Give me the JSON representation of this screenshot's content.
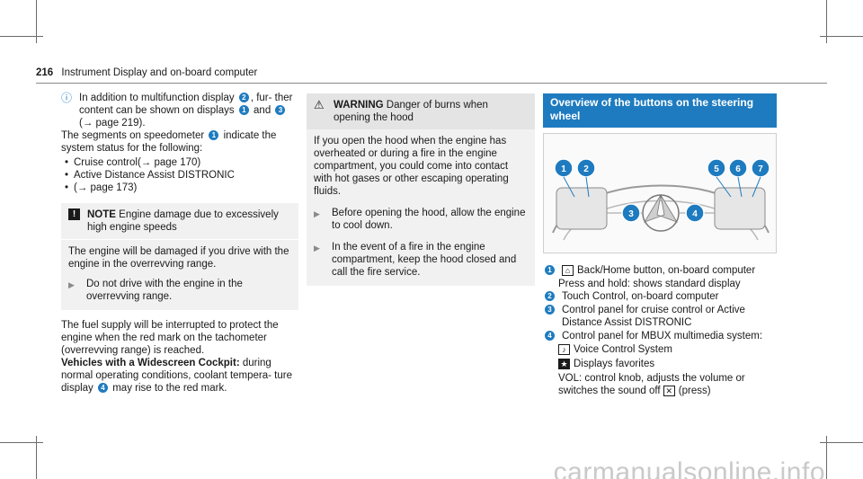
{
  "header": {
    "page_number": "216",
    "title": "Instrument Display and on-board computer"
  },
  "col1": {
    "intro": "In addition to multifunction display 2, further content can be shown on displays 1 and 3 (→ page 219).",
    "intro_a": "In addition to multifunction display",
    "intro_b": ", fur-",
    "intro_c": "ther content can be shown on displays",
    "intro_d": "and",
    "intro_e": "(→ page 219).",
    "seg_a": "The segments on speedometer",
    "seg_b": "indicate the",
    "seg_c": "system status for the following:",
    "bullets": [
      "Cruise control(→ page 170)",
      "Active Distance Assist DISTRONIC",
      "(→ page 173)"
    ],
    "note_label": "NOTE",
    "note_title": "Engine damage due to excessively high engine speeds",
    "note_body": "The engine will be damaged if you drive with the engine in the overrevving range.",
    "note_action": "Do not drive with the engine in the overrevving range.",
    "fuel_text": "The fuel supply will be interrupted to protect the engine when the red mark on the tachometer (overrevving range) is reached.",
    "wide_bold": "Vehicles with a Widescreen Cockpit:",
    "wide_text_a": "during normal operating conditions, coolant tempera-",
    "wide_text_b": "ture display",
    "wide_text_c": "may rise to the red mark."
  },
  "col2": {
    "warn_label": "WARNING",
    "warn_title": "Danger of burns when opening the hood",
    "warn_body": "If you open the hood when the engine has overheated or during a fire in the engine compartment, you could come into contact with hot gases or other escaping operating fluids.",
    "action1": "Before opening the hood, allow the engine to cool down.",
    "action2": "In the event of a fire in the engine compartment, keep the hood closed and call the fire service."
  },
  "col3": {
    "title": "Overview of the buttons on the steering wheel",
    "callouts": [
      "1",
      "2",
      "3",
      "4",
      "5",
      "6",
      "7"
    ],
    "legend": [
      {
        "n": "1",
        "text": "Back/Home button, on-board computer",
        "sub": "Press and hold: shows standard display"
      },
      {
        "n": "2",
        "text": "Touch Control, on-board computer"
      },
      {
        "n": "3",
        "text": "Control panel for cruise control or Active Distance Assist DISTRONIC"
      },
      {
        "n": "4",
        "text": "Control panel for MBUX multimedia system:"
      }
    ],
    "voice": "Voice Control System",
    "fav": "Displays favorites",
    "vol": "VOL: control knob, adjusts the volume or switches the sound off",
    "vol_press": "(press)"
  },
  "watermark": "carmanualsonline.info",
  "colors": {
    "accent": "#1e7bbf",
    "box": "#f1f1f1"
  }
}
